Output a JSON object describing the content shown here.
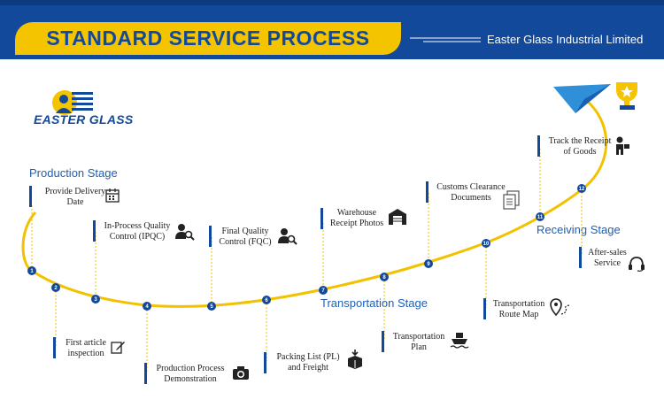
{
  "header": {
    "title": "STANDARD SERVICE PROCESS",
    "company": "Easter Glass Industrial Limited"
  },
  "logo": {
    "text": "EASTER GLASS"
  },
  "stages": {
    "production": "Production Stage",
    "transportation": "Transportation Stage",
    "receiving": "Receiving Stage"
  },
  "steps": [
    {
      "num": "1",
      "line1": "Provide Delivery",
      "line2": "Date",
      "icon": "calendar-icon"
    },
    {
      "num": "2",
      "line1": "First article",
      "line2": "inspection",
      "icon": "edit-icon"
    },
    {
      "num": "3",
      "line1": "In-Process Quality",
      "line2": "Control (IPQC)",
      "icon": "inspector-icon"
    },
    {
      "num": "4",
      "line1": "Production Process",
      "line2": "Demonstration",
      "icon": "camera-icon"
    },
    {
      "num": "5",
      "line1": "Final Quality",
      "line2": "Control (FQC)",
      "icon": "inspector-icon"
    },
    {
      "num": "6",
      "line1": "Packing List (PL)",
      "line2": "and Freight",
      "icon": "box-icon"
    },
    {
      "num": "7",
      "line1": "Warehouse",
      "line2": "Receipt Photos",
      "icon": "warehouse-icon"
    },
    {
      "num": "8",
      "line1": "Transportation",
      "line2": "Plan",
      "icon": "ship-icon"
    },
    {
      "num": "9",
      "line1": "Customs Clearance",
      "line2": "Documents",
      "icon": "documents-icon"
    },
    {
      "num": "10",
      "line1": "Transportation",
      "line2": "Route Map",
      "icon": "map-pin-icon"
    },
    {
      "num": "11",
      "line1": "Track the Receipt",
      "line2": "of Goods",
      "icon": "delivery-person-icon"
    },
    {
      "num": "12",
      "line1": "After-sales",
      "line2": "Service",
      "icon": "headset-icon"
    }
  ],
  "colors": {
    "primary": "#13499a",
    "accent": "#f5c400",
    "curve": "#f2c200",
    "stage_text": "#1f5fb4"
  }
}
